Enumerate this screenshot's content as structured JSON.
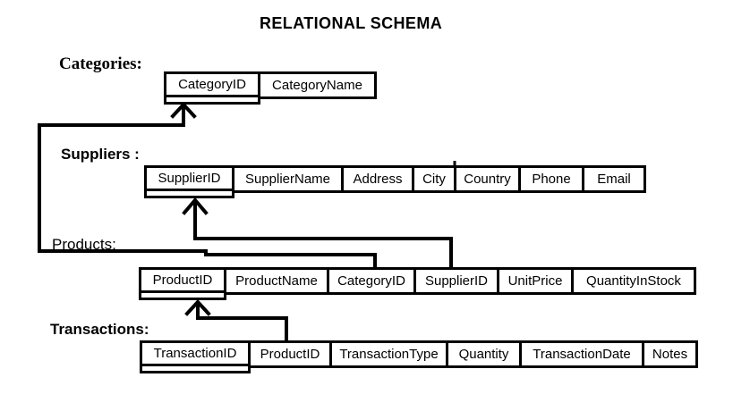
{
  "title": "RELATIONAL SCHEMA",
  "tables": [
    {
      "label": "Categories:",
      "columns": [
        {
          "name": "CategoryID",
          "pk": true
        },
        {
          "name": "CategoryName",
          "pk": false
        }
      ]
    },
    {
      "label": "Suppliers :",
      "columns": [
        {
          "name": "SupplierID",
          "pk": true
        },
        {
          "name": "SupplierName",
          "pk": false
        },
        {
          "name": "Address",
          "pk": false
        },
        {
          "name": "City",
          "pk": false
        },
        {
          "name": "Country",
          "pk": false
        },
        {
          "name": "Phone",
          "pk": false
        },
        {
          "name": "Email",
          "pk": false
        }
      ]
    },
    {
      "label": "Products:",
      "columns": [
        {
          "name": "ProductID",
          "pk": true
        },
        {
          "name": "ProductName",
          "pk": false
        },
        {
          "name": "CategoryID",
          "pk": false
        },
        {
          "name": "SupplierID",
          "pk": false
        },
        {
          "name": "UnitPrice",
          "pk": false
        },
        {
          "name": "QuantityInStock",
          "pk": false
        }
      ]
    },
    {
      "label": "Transactions:",
      "columns": [
        {
          "name": "TransactionID",
          "pk": true
        },
        {
          "name": "ProductID",
          "pk": false
        },
        {
          "name": "TransactionType",
          "pk": false
        },
        {
          "name": "Quantity",
          "pk": false
        },
        {
          "name": "TransactionDate",
          "pk": false
        },
        {
          "name": "Notes",
          "pk": false
        }
      ]
    }
  ],
  "relationships": [
    {
      "from_table": "Products",
      "from_column": "CategoryID",
      "to_table": "Categories",
      "to_column": "CategoryID"
    },
    {
      "from_table": "Products",
      "from_column": "SupplierID",
      "to_table": "Suppliers",
      "to_column": "SupplierID"
    },
    {
      "from_table": "Transactions",
      "from_column": "ProductID",
      "to_table": "Products",
      "to_column": "ProductID"
    }
  ],
  "colors": {
    "line": "#000000",
    "background": "#ffffff",
    "text": "#000000"
  }
}
